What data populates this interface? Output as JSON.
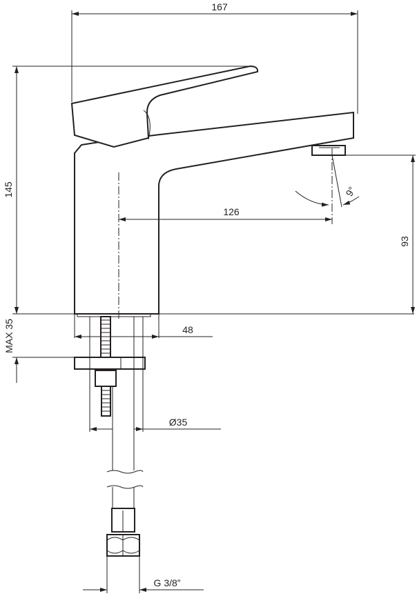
{
  "title": "Basin mixer dimension drawing",
  "dimensions": {
    "overall_length": "167",
    "overall_height": "145",
    "spout_reach": "126",
    "spout_height": "93",
    "spout_angle": "9°",
    "body_width": "48",
    "max_deck_thickness": "MAX 35",
    "hole_diameter": "Ø35",
    "connection_thread": "G 3/8”"
  },
  "colors": {
    "line": "#231f20",
    "background": "#ffffff"
  }
}
